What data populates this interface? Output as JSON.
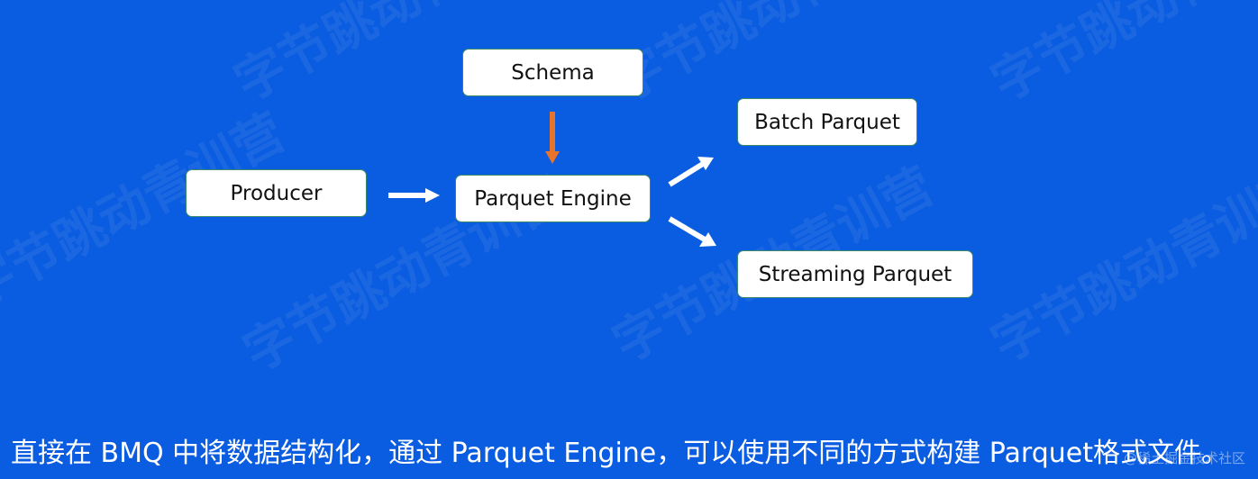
{
  "diagram": {
    "nodes": {
      "schema": "Schema",
      "producer": "Producer",
      "engine": "Parquet Engine",
      "batch": "Batch Parquet",
      "streaming": "Streaming Parquet"
    },
    "edges": [
      {
        "from": "schema",
        "to": "engine",
        "color": "#e8732a"
      },
      {
        "from": "producer",
        "to": "engine",
        "color": "#ffffff"
      },
      {
        "from": "engine",
        "to": "batch",
        "color": "#ffffff"
      },
      {
        "from": "engine",
        "to": "streaming",
        "color": "#ffffff"
      }
    ]
  },
  "caption": "直接在 BMQ 中将数据结构化，通过 Parquet Engine，可以使用不同的方式构建 Parquet格式文件。",
  "watermark_text": "字节跳动青训营",
  "corner_mark": "@稀土掘金技术社区",
  "colors": {
    "background": "#0a5ce0",
    "box_border": "#3d8a6b"
  }
}
